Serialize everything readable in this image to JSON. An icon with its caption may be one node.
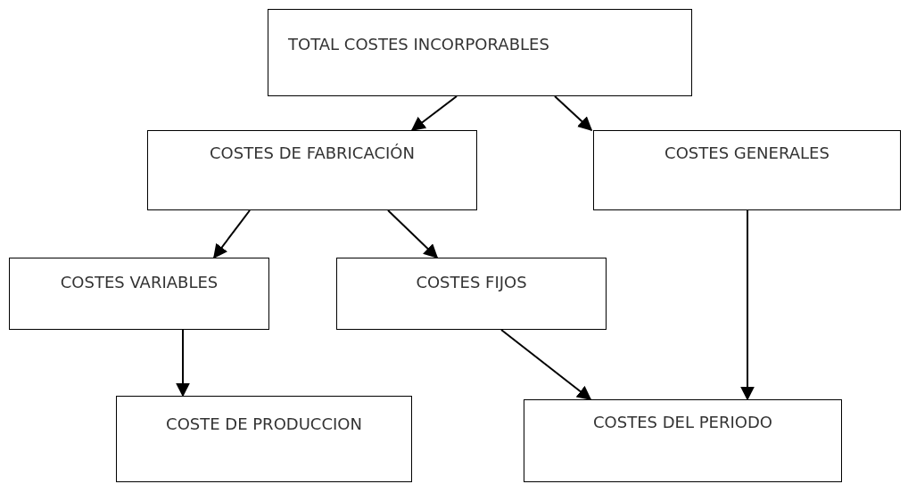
{
  "diagram": {
    "nodes": [
      {
        "text": [
          "TOTAL COSTES INCORPORABLES"
        ]
      },
      {
        "text": [
          "COSTES DE FABRICACIÓN"
        ]
      },
      {
        "text": [
          "COSTES GENERALES"
        ]
      },
      {
        "text": [
          "COSTES VARIABLES"
        ]
      },
      {
        "text": [
          "COSTES FIJOS"
        ]
      },
      {
        "text": [
          "COSTE DE PRODUCCION"
        ]
      },
      {
        "text": [
          "COSTES DEL PERIODO"
        ]
      }
    ],
    "edges": [
      {
        "from": 0,
        "to": 1,
        "arrow": "to"
      },
      {
        "from": 0,
        "to": 2,
        "arrow": "to"
      },
      {
        "from": 1,
        "to": 3,
        "arrow": "to"
      },
      {
        "from": 1,
        "to": 4,
        "arrow": "to"
      },
      {
        "from": 2,
        "to": 6,
        "arrow": "to"
      },
      {
        "from": 3,
        "to": 5,
        "arrow": "to"
      },
      {
        "from": 4,
        "to": 6,
        "arrow": "to"
      }
    ]
  }
}
